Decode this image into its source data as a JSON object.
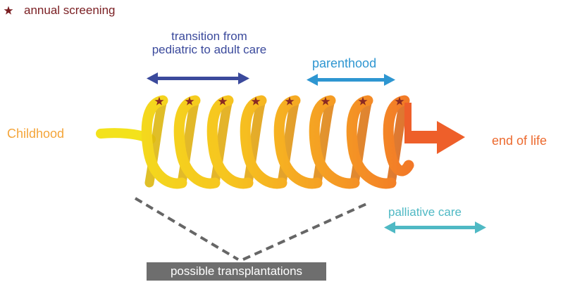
{
  "legend": {
    "label": "annual screening",
    "icon": "star-icon",
    "color": "#7a1e22"
  },
  "stages": {
    "start": "Childhood",
    "transition": "transition from pediatric to adult care",
    "parenthood": "parenthood",
    "end": "end of life",
    "palliative": "palliative care",
    "transplant": "possible transplantations"
  },
  "colors": {
    "spring_start": "#f3e21c",
    "spring_mid": "#f6b21f",
    "spring_end": "#f0602a",
    "transition_arrow": "#3b4a9c",
    "parenthood_arrow": "#2e96d1",
    "palliative_arrow": "#4fb9c4",
    "dashed": "#666666"
  },
  "screening_count": 8
}
